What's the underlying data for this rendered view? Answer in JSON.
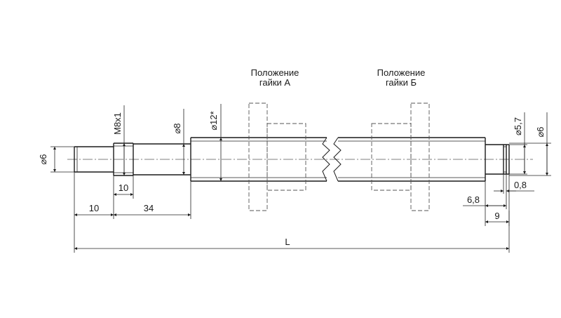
{
  "labels": {
    "position_a_line1": "Положение",
    "position_a_line2": "гайки А",
    "position_b_line1": "Положение",
    "position_b_line2": "гайки Б",
    "dia_left": "⌀6",
    "thread": "M8x1",
    "dia_8": "⌀8",
    "dia_12": "⌀12*",
    "dia_right_57": "⌀5,7",
    "dia_right_6": "⌀6"
  },
  "dimensions": {
    "thread_len": "10",
    "left_len": "10",
    "mid_len": "34",
    "total": "L",
    "groove_width": "0,8",
    "right_68": "6,8",
    "right_9": "9"
  },
  "colors": {
    "line": "#1a1a1a",
    "background": "#ffffff"
  }
}
